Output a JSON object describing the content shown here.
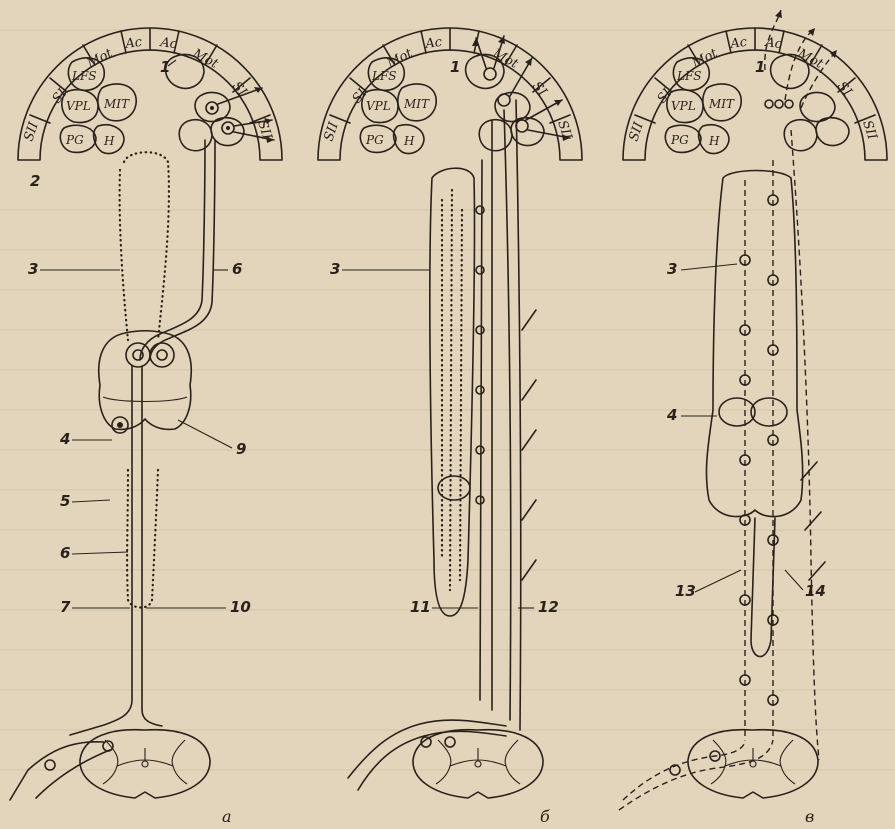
{
  "cortex_regions": [
    "SII",
    "SI",
    "Mot",
    "Ac"
  ],
  "nuclei": {
    "lfs": "LFS",
    "vpl": "VPL",
    "mit": "MIT",
    "pg": "PG",
    "h": "H"
  },
  "panels": {
    "a": "а",
    "b": "б",
    "c": "в"
  },
  "numbers": {
    "n1": "1",
    "n2": "2",
    "n3": "3",
    "n4": "4",
    "n5": "5",
    "n6": "6",
    "n7": "7",
    "n9": "9",
    "n10": "10",
    "n11": "11",
    "n12": "12",
    "n13": "13",
    "n14": "14"
  }
}
